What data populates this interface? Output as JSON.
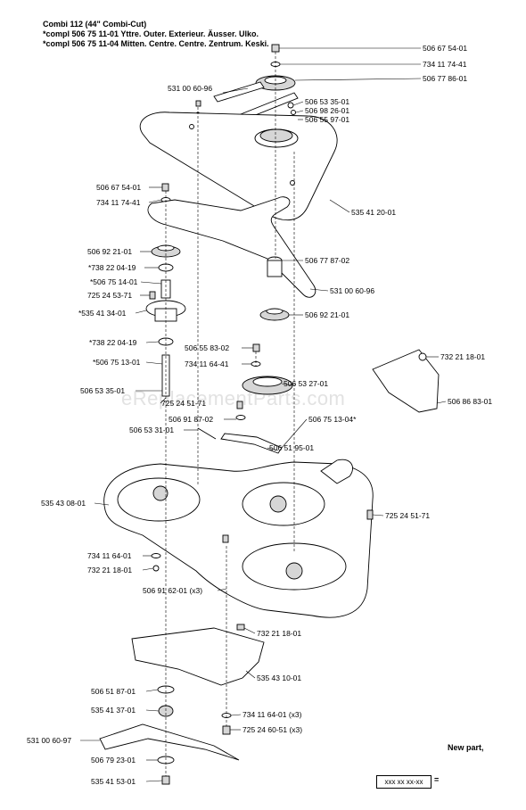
{
  "title_block": {
    "line1": "Combi 112 (44\" Combi-Cut)",
    "line2": "*compl 506 75 11-01  Yttre. Outer. Exterieur. Äusser. Ulko.",
    "line3": "*compl 506 75 11-04  Mitten. Centre. Centre. Zentrum. Keski."
  },
  "watermark": "eReplacementParts.com",
  "labels": {
    "l01": "506 67 54-01",
    "l02": "734 11 74-41",
    "l03": "506 77 86-01",
    "l04": "531 00 60-96",
    "l05": "506 53 35-01",
    "l06": "506 98 26-01",
    "l07": "506 55 97-01",
    "l08": "506 67 54-01",
    "l09": "734 11 74-41",
    "l10": "535 41 20-01",
    "l11": "506 92 21-01",
    "l12": "506 77 87-02",
    "l13": "*738 22 04-19",
    "l14": "*506 75 14-01",
    "l15": "531 00 60-96",
    "l16": "725 24 53-71",
    "l17": "*535 41 34-01",
    "l18": "506 92 21-01",
    "l19": "*738 22 04-19",
    "l20": "506 55 83-02",
    "l21": "732 21 18-01",
    "l22": "*506 75 13-01",
    "l23": "734 11 64-41",
    "l24": "506 53 27-01",
    "l25": "506 53 35-01",
    "l26": "725 24 51-71",
    "l27": "506 86 83-01",
    "l28": "506 91 87-02",
    "l29": "506 75 13-04*",
    "l30": "506 53 31-01",
    "l31": "506 51 95-01",
    "l32": "535 43 08-01",
    "l33": "725 24 51-71",
    "l34": "734 11 64-01",
    "l35": "732 21 18-01",
    "l36": "506 91 62-01 (x3)",
    "l37": "732 21 18-01",
    "l38": "535 43 10-01",
    "l39": "506 51 87-01",
    "l40": "535 41 37-01",
    "l41": "734 11 64-01 (x3)",
    "l42": "531 00 60-97",
    "l43": "725 24 60-51 (x3)",
    "l44": "506 79 23-01",
    "l45": "535 41 53-01"
  },
  "legend": {
    "new_part": "New part,",
    "box": "xxx xx xx-xx",
    "equals": "="
  }
}
